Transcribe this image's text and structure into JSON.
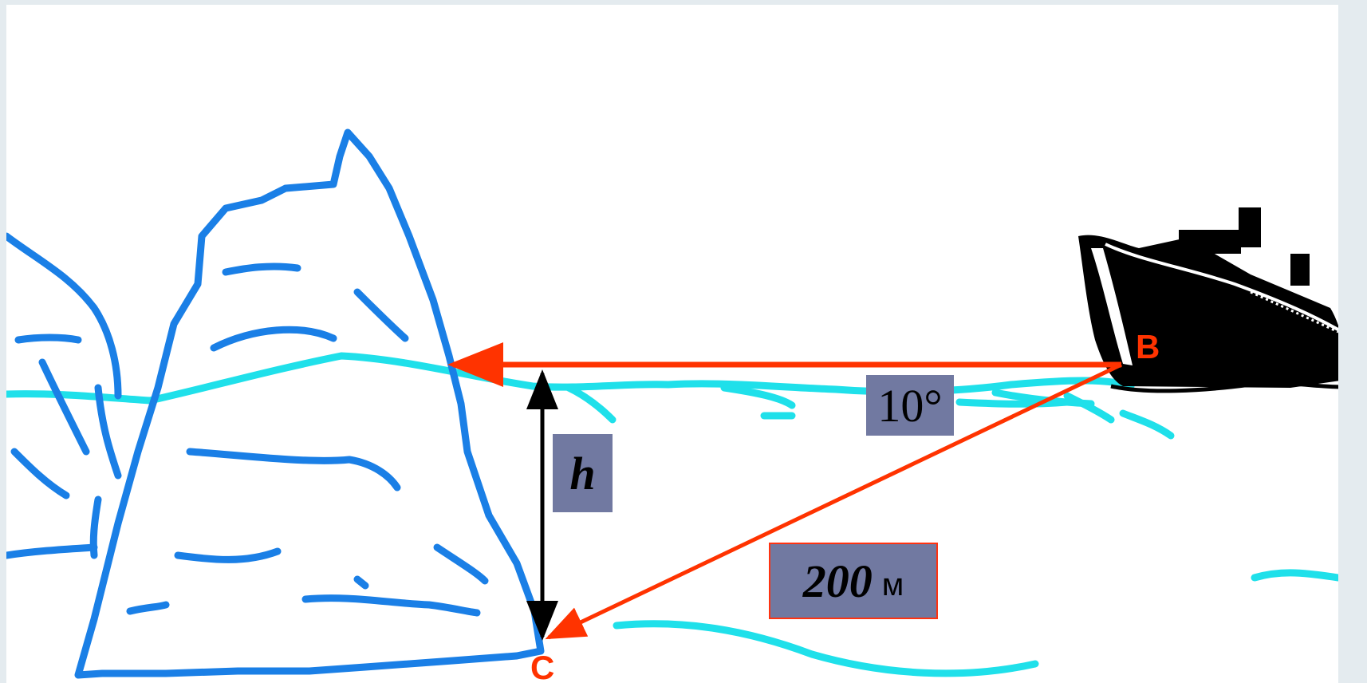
{
  "labels": {
    "point_b": "B",
    "point_c": "C",
    "angle": "10°",
    "height": "h",
    "distance_value": "200",
    "distance_unit": "м"
  },
  "colors": {
    "background": "#e4ebef",
    "canvas": "#ffffff",
    "iceberg": "#1a7fe6",
    "water": "#1fe0ea",
    "ray": "#ff3300",
    "label_box": "#7179a1",
    "ship": "#000000"
  },
  "icons": {
    "ship": "ship-icon",
    "iceberg": "iceberg-icon"
  }
}
